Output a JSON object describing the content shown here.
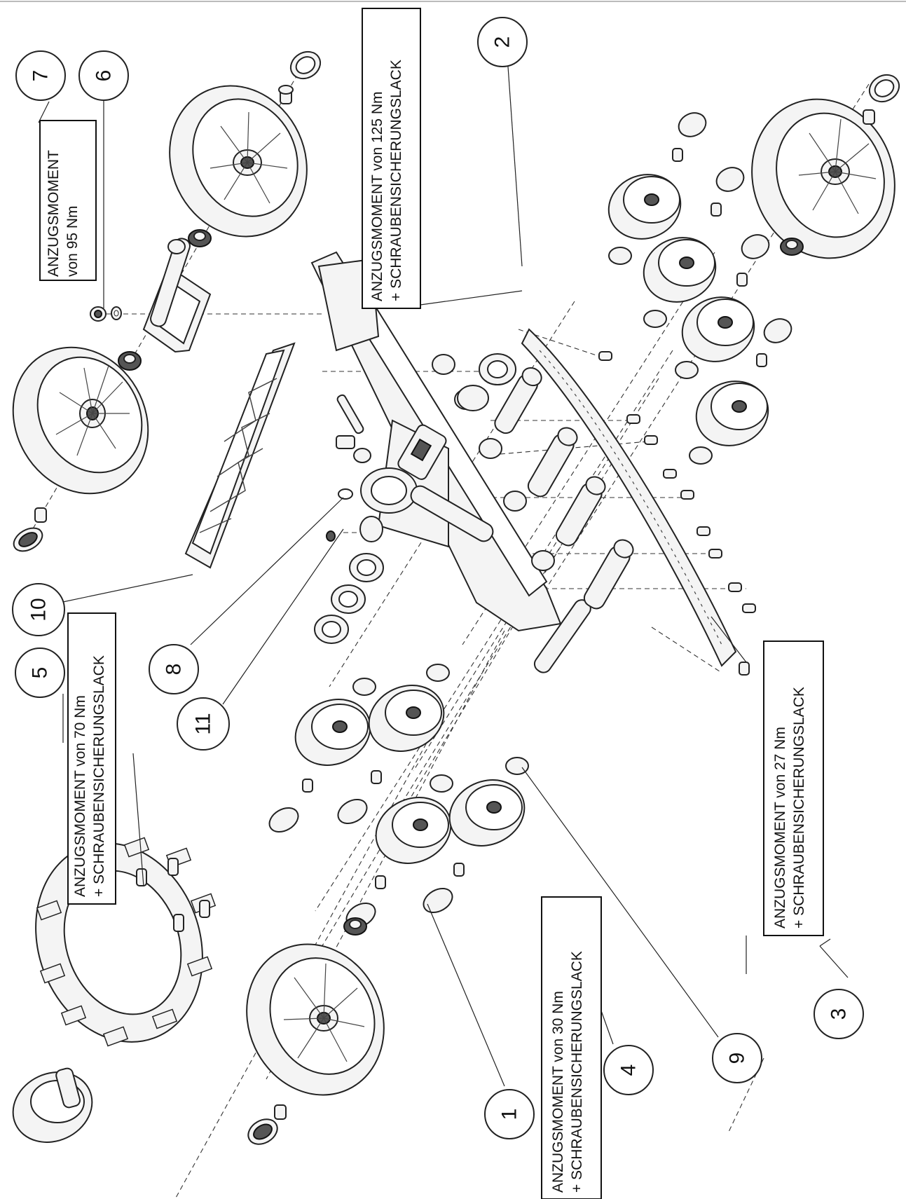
{
  "callouts": [
    {
      "id": "callout-1",
      "label": "1"
    },
    {
      "id": "callout-2",
      "label": "2"
    },
    {
      "id": "callout-3",
      "label": "3"
    },
    {
      "id": "callout-4",
      "label": "4"
    },
    {
      "id": "callout-5",
      "label": "5"
    },
    {
      "id": "callout-6",
      "label": "6"
    },
    {
      "id": "callout-7",
      "label": "7"
    },
    {
      "id": "callout-8",
      "label": "8"
    },
    {
      "id": "callout-9",
      "label": "9"
    },
    {
      "id": "callout-10",
      "label": "10"
    },
    {
      "id": "callout-11",
      "label": "11"
    }
  ],
  "notes": {
    "torque_95": {
      "line1": "ANZUGSMOMENT",
      "line2": "von 95 Nm"
    },
    "torque_125": {
      "line1": "ANZUGSMOMENT von 125 Nm",
      "line2": "+ SCHRAUBENSICHERUNGSLACK"
    },
    "torque_70": {
      "line1": "ANZUGSMOMENT von 70 Nm",
      "line2": "+ SCHRAUBENSICHERUNGSLACK"
    },
    "torque_30": {
      "line1": "ANZUGSMOMENT von 30 Nm",
      "line2": "+ SCHRAUBENSICHERUNGSLACK"
    },
    "torque_27": {
      "line1": "ANZUGSMOMENT von 27 Nm",
      "line2": "+ SCHRAUBENSICHERUNGSLACK"
    }
  },
  "colors": {
    "line": "#222222",
    "part_fill": "#f4f4f4",
    "background": "#ffffff"
  }
}
